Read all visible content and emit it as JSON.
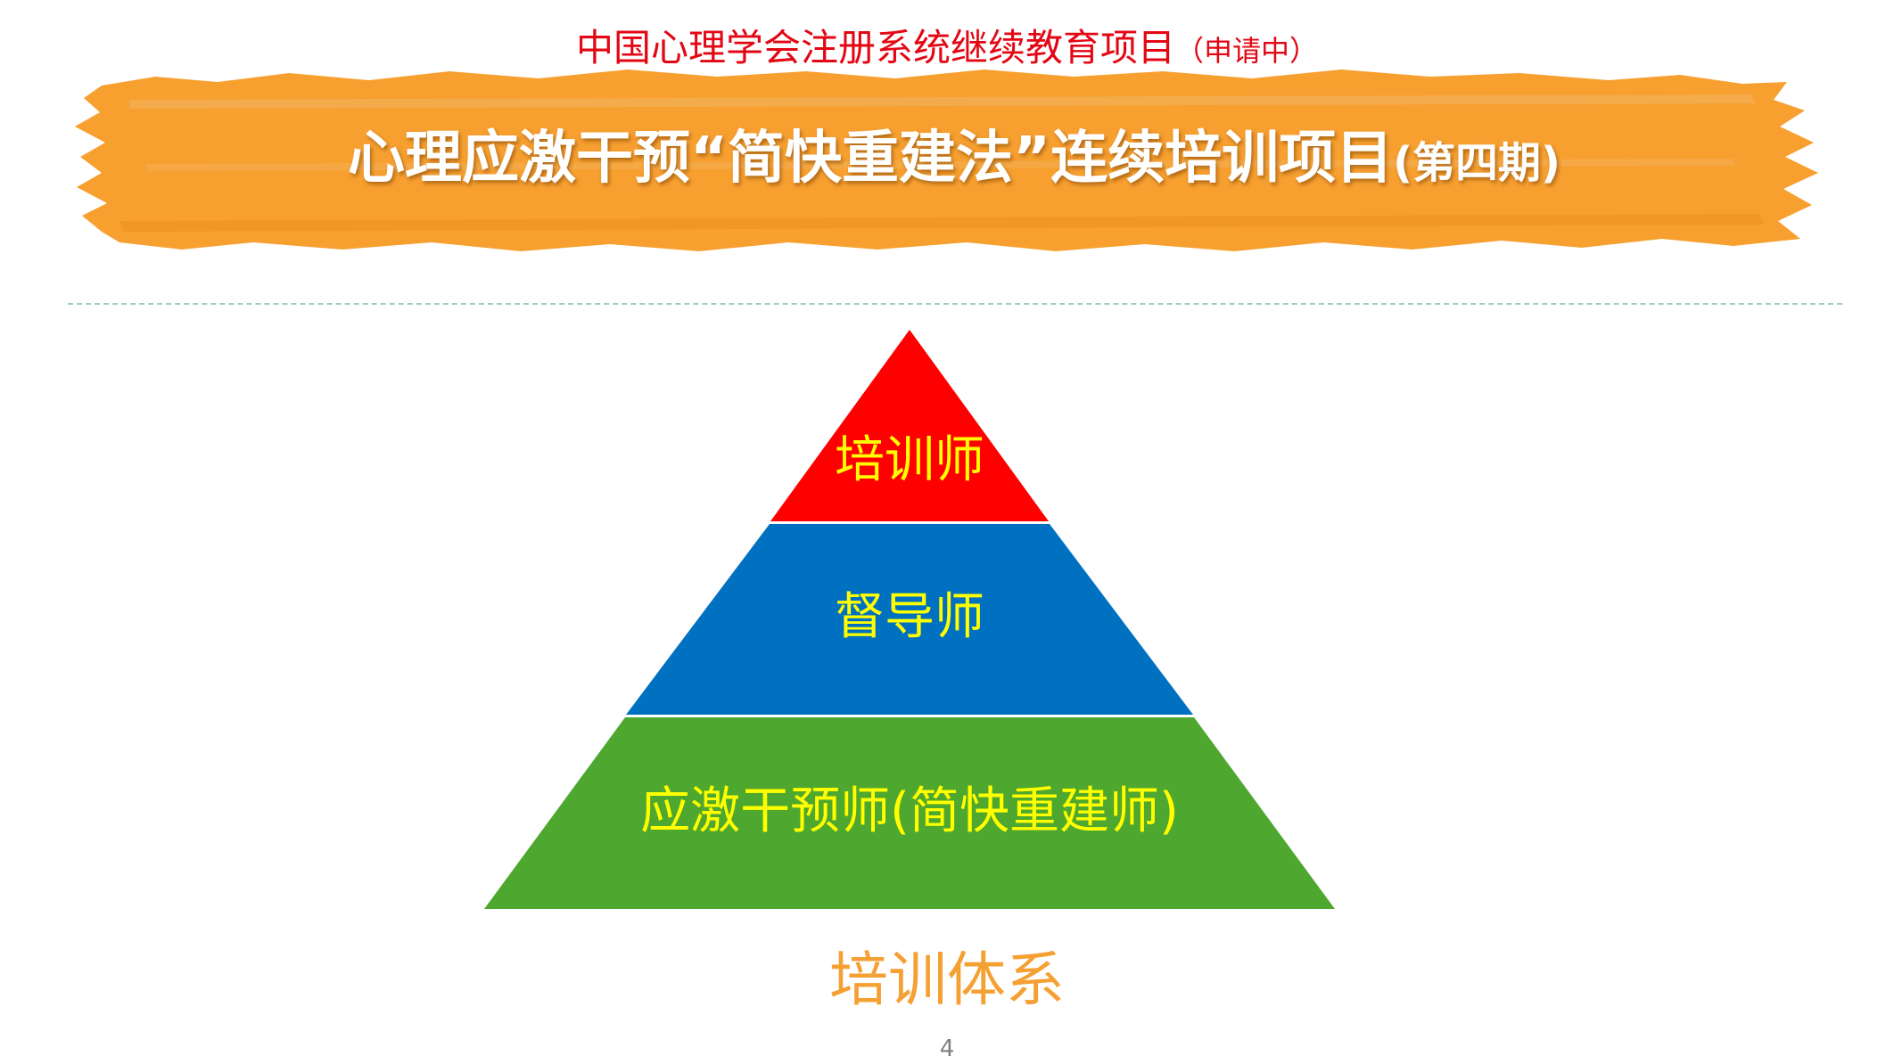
{
  "header": {
    "org_line": "中国心理学会注册系统继续教育项目",
    "org_status": "（申请中）",
    "program_title": "心理应激干预“简快重建法”连续培训项目",
    "program_phase": "(第四期)"
  },
  "pyramid": {
    "tiers": [
      {
        "label": "培训师",
        "color": "#ff0000"
      },
      {
        "label": "督导师",
        "color": "#0070c0"
      },
      {
        "label": "应激干预师(简快重建师)",
        "color": "#4ea72e"
      }
    ],
    "caption": "培训体系"
  },
  "footer": {
    "page_number": "4"
  },
  "colors": {
    "banner": "#f7a030",
    "org_text": "#e30613",
    "tier_text": "#ffff00",
    "caption": "#f5a033"
  }
}
